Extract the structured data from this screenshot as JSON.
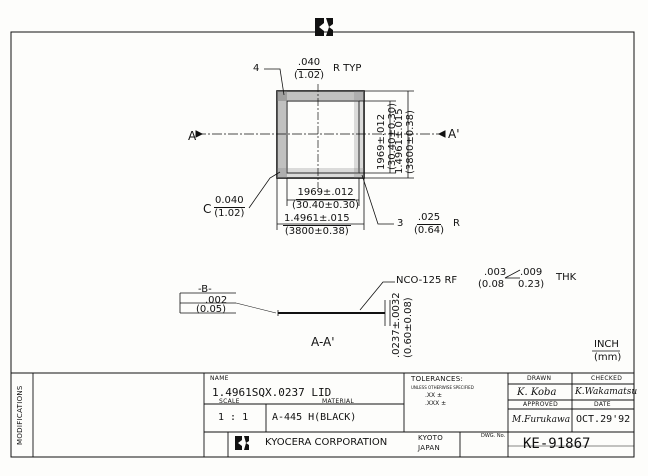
{
  "callouts": {
    "corner_radius_count": "4",
    "corner_radius_inch": ".040",
    "corner_radius_mm": "(1.02)",
    "corner_radius_suffix": "R TYP",
    "chamfer_prefix": "C",
    "chamfer_inch": "0.040",
    "chamfer_mm": "(1.02)",
    "inner_radius_count": "3",
    "inner_radius_inch": ".025",
    "inner_radius_mm": "(0.64)",
    "inner_radius_suffix": "R",
    "nco_note": "NCO-125 RF",
    "thickness_inch_a": ".003",
    "thickness_inch_b": ".009",
    "thickness_mm_a": "(0.08",
    "thickness_mm_b": "0.23)",
    "thickness_suffix": "THK",
    "section_left": "A",
    "section_right": "A'",
    "section_view": "A-A'",
    "datum": "-B-",
    "datum_tol_inch": ".002",
    "datum_tol_mm": "(0.05)"
  },
  "dimensions": {
    "inner_inch": "1969±.012",
    "inner_mm": "(30.40±0.30)",
    "outer_inch": "1.4961±.015",
    "outer_mm": "(3800±0.38)",
    "inner_v_inch": "1969±.012",
    "inner_v_mm": "(30.40±0.30)",
    "outer_v_inch": "1.4961±.015",
    "outer_v_mm": "(3800±0.38)",
    "thickness_v_inch": ".0237±.0032",
    "thickness_v_mm": "(0.60±0.08)"
  },
  "units": {
    "inch": "INCH",
    "mm": "(mm)"
  },
  "title_block": {
    "modifications": "MODIFICATIONS",
    "name_label": "NAME",
    "name_value": "1.4961SQX.0237 LID",
    "scale_label": "SCALE",
    "scale_value": "1 : 1",
    "material_label": "MATERIAL",
    "material_value": "A-445 H(BLACK)",
    "tolerances_label": "TOLERANCES:",
    "tolerances_sub": "UNLESS OTHERWISE SPECIFIED",
    "tolerances_line1": ".XX   ±",
    "tolerances_line2": ".XXX  ±",
    "drawn_label": "DRAWN",
    "checked_label": "CHECKED",
    "drawn_sig": "K. Koba",
    "checked_sig": "K.Wakamatsu",
    "approved_label": "APPROVED",
    "date_label": "DATE",
    "approved_sig": "M.Furukawa",
    "date_value": "OCT.29'92",
    "company": "KYOCERA CORPORATION",
    "city": "KYOTO",
    "country": "JAPAN",
    "dwg_label": "DWG. No.",
    "dwg_number": "KE-91867"
  }
}
